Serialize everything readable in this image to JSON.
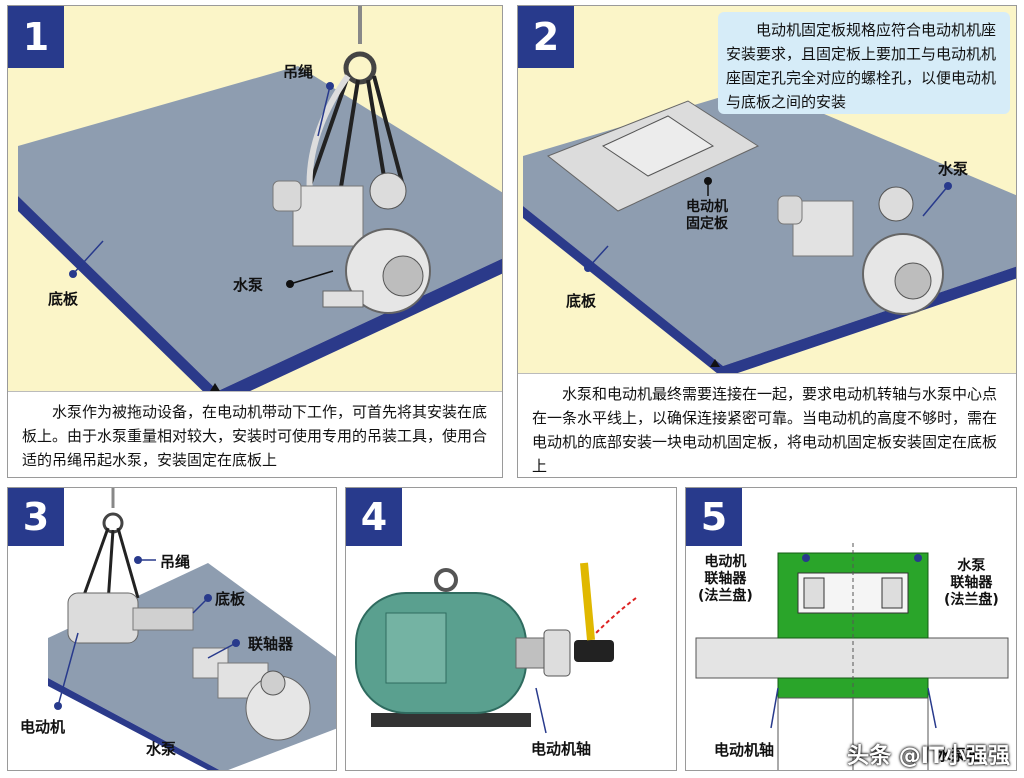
{
  "panel1": {
    "number": "1",
    "label_rope": "吊绳",
    "label_pump": "水泵",
    "label_baseplate": "底板",
    "description": "水泵作为被拖动设备，在电动机带动下工作，可首先将其安装在底板上。由于水泵重量相对较大，安装时可使用专用的吊装工具，使用合适的吊绳吊起水泵，安装固定在底板上"
  },
  "panel2": {
    "number": "2",
    "note": "电动机固定板规格应符合电动机机座安装要求，且固定板上要加工与电动机机座固定孔完全对应的螺栓孔，以便电动机与底板之间的安装",
    "label_pump": "水泵",
    "label_motor_plate_1": "电动机",
    "label_motor_plate_2": "固定板",
    "label_baseplate": "底板",
    "description": "水泵和电动机最终需要连接在一起，要求电动机转轴与水泵中心点在一条水平线上，以确保连接紧密可靠。当电动机的高度不够时，需在电动机的底部安装一块电动机固定板，将电动机固定板安装固定在底板上"
  },
  "panel3": {
    "number": "3",
    "label_rope": "吊绳",
    "label_baseplate": "底板",
    "label_coupling": "联轴器",
    "label_motor": "电动机",
    "label_pump": "水泵"
  },
  "panel4": {
    "number": "4",
    "label_shaft": "电动机轴"
  },
  "panel5": {
    "number": "5",
    "label_motor_coupling_1": "电动机",
    "label_motor_coupling_2": "联轴器",
    "label_motor_coupling_3": "(法兰盘)",
    "label_pump_coupling_1": "水泵",
    "label_pump_coupling_2": "联轴器",
    "label_pump_coupling_3": "(法兰盘)",
    "label_shaft": "电动机轴",
    "label_pump_bottom": "水泵轴"
  },
  "watermark": "头条 @IT小强强",
  "colors": {
    "number_badge": "#283a8c",
    "panel_bg": "#fbf5c8",
    "note_bg": "#d6ecf8",
    "plate_top": "#8e9db0",
    "plate_side": "#2b3a8a",
    "coupling_green": "#2aa52a",
    "motor_teal": "#5aa08f"
  }
}
